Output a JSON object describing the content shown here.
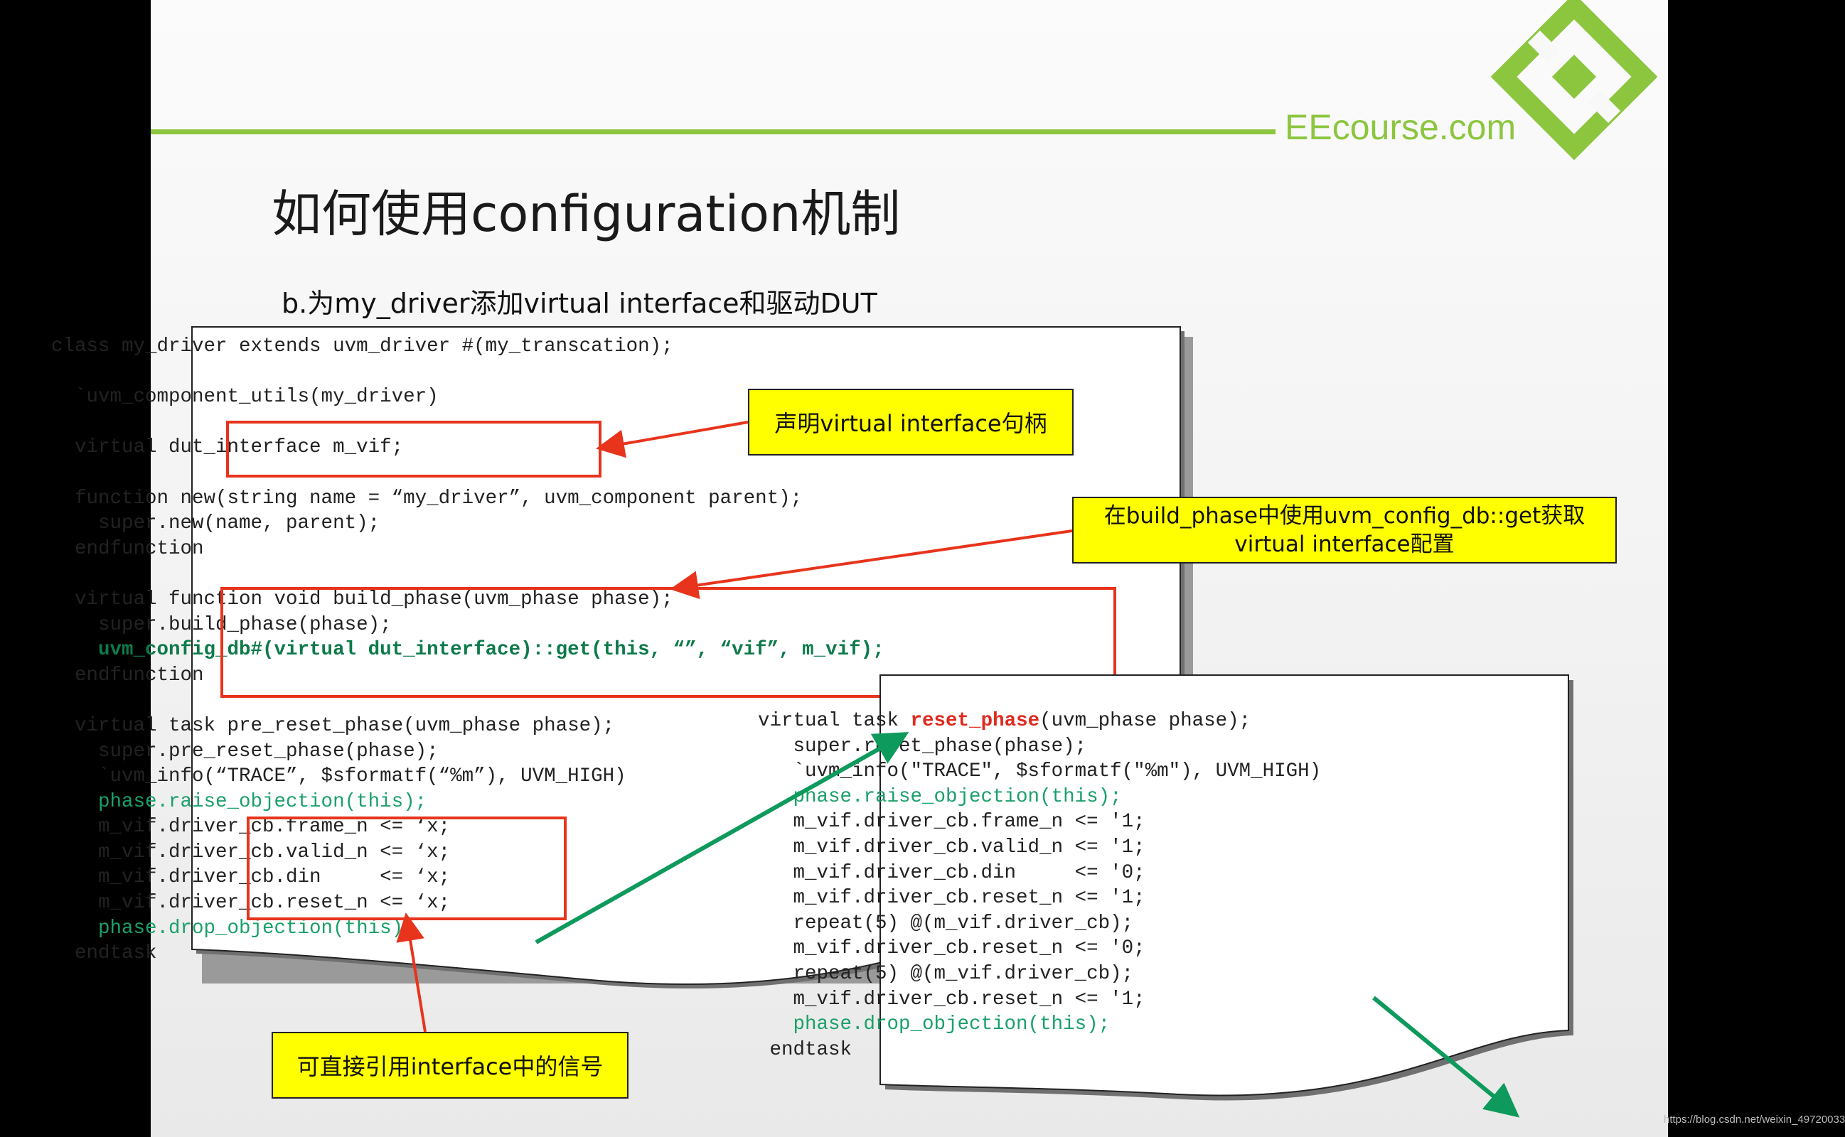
{
  "brand": {
    "name": "EEcourse.com"
  },
  "slide": {
    "title": "如何使用configuration机制",
    "subtitle": "b.为my_driver添加virtual interface和驱动DUT"
  },
  "code_left": {
    "lines": [
      "class my_driver extends uvm_driver #(my_transcation);",
      "",
      "  `uvm_component_utils(my_driver)",
      "",
      "  virtual dut_interface m_vif;",
      "",
      "  function new(string name = “my_driver”, uvm_component parent);",
      "    super.new(name, parent);",
      "  endfunction",
      "",
      "  virtual function void build_phase(uvm_phase phase);",
      "    super.build_phase(phase);",
      "    uvm_config_db#(virtual dut_interface)::get(this, “”, “vif”, m_vif);",
      "  endfunction",
      "",
      "  virtual task pre_reset_phase(uvm_phase phase);",
      "    super.pre_reset_phase(phase);",
      "    `uvm_info(“TRACE”, $sformatf(“%m”), UVM_HIGH)",
      "    phase.raise_objection(this);",
      "    m_vif.driver_cb.frame_n <= ‘x;",
      "    m_vif.driver_cb.valid_n <= ‘x;",
      "    m_vif.driver_cb.din     <= ‘x;",
      "    m_vif.driver_cb.reset_n <= ‘x;",
      "    phase.drop_objection(this);",
      "  endtask"
    ]
  },
  "code_right": {
    "line0_prefix": "virtual task ",
    "line0_keyword": "reset_phase",
    "line0_suffix": "(uvm_phase phase);",
    "lines": [
      "   super.reset_phase(phase);",
      "   `uvm_info(\"TRACE\", $sformatf(\"%m\"), UVM_HIGH)",
      "   phase.raise_objection(this);",
      "   m_vif.driver_cb.frame_n <= '1;",
      "   m_vif.driver_cb.valid_n <= '1;",
      "   m_vif.driver_cb.din     <= '0;",
      "   m_vif.driver_cb.reset_n <= '1;",
      "   repeat(5) @(m_vif.driver_cb);",
      "   m_vif.driver_cb.reset_n <= '0;",
      "   repeat(5) @(m_vif.driver_cb);",
      "   m_vif.driver_cb.reset_n <= '1;",
      "   phase.drop_objection(this);",
      " endtask"
    ]
  },
  "callouts": {
    "declare_handle": "声明virtual interface句柄",
    "get_config_line1": "在build_phase中使用uvm_config_db::get获取",
    "get_config_line2": "virtual interface配置",
    "reference_signals": "可直接引用interface中的信号"
  },
  "watermark": "https://blog.csdn.net/weixin_49720033",
  "colors": {
    "accent_green": "#8cc63f",
    "highlight_red": "#e8341c",
    "callout_yellow": "#ffff00",
    "arrow_green": "#0e9a5c"
  }
}
